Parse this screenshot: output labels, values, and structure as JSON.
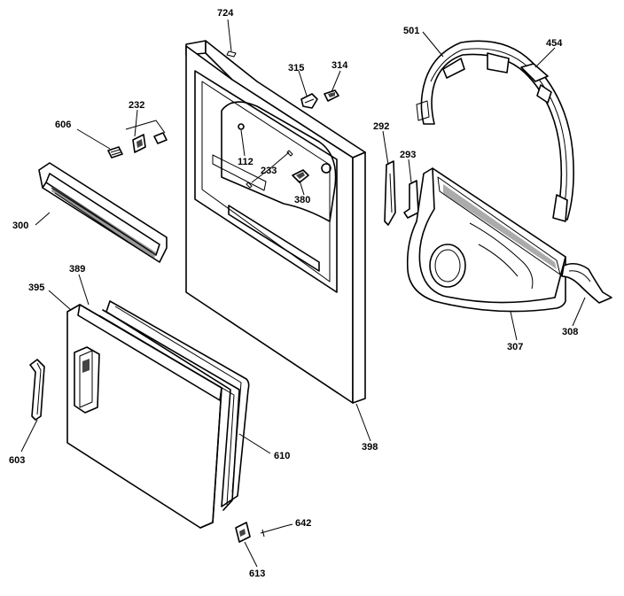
{
  "callouts": {
    "c724": "724",
    "c501": "501",
    "c454": "454",
    "c315": "315",
    "c314": "314",
    "c232": "232",
    "c606": "606",
    "c112": "112",
    "c233": "233",
    "c380": "380",
    "c292": "292",
    "c293": "293",
    "c300": "300",
    "c389": "389",
    "c395": "395",
    "c307": "307",
    "c308": "308",
    "c398": "398",
    "c603": "603",
    "c610": "610",
    "c642": "642",
    "c613": "613"
  },
  "colors": {
    "line": "#000000",
    "background": "#ffffff"
  }
}
